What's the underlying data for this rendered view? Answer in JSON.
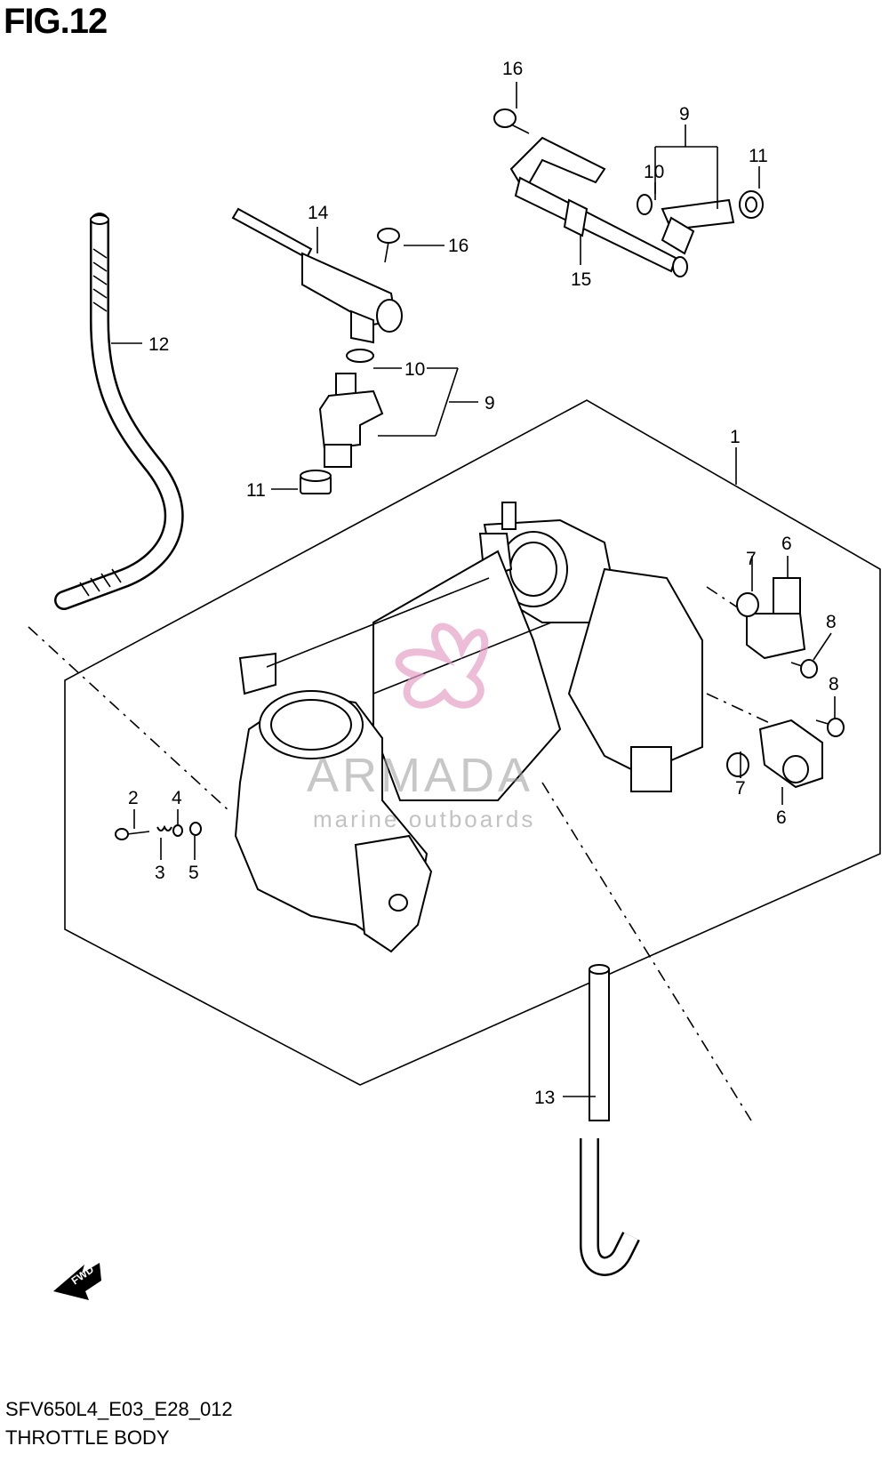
{
  "header": {
    "figure": "FIG.12"
  },
  "footer": {
    "code": "SFV650L4_E03_E28_012",
    "name": "THROTTLE BODY"
  },
  "watermark": {
    "brand": "ARMADA",
    "tagline": "marine outboards",
    "color": "#e6a0c4"
  },
  "fwd_label": "FWD",
  "callouts": {
    "c1": "1",
    "c2": "2",
    "c3": "3",
    "c4": "4",
    "c5": "5",
    "c6a": "6",
    "c6b": "6",
    "c7a": "7",
    "c7b": "7",
    "c8a": "8",
    "c8b": "8",
    "c9a": "9",
    "c9b": "9",
    "c10a": "10",
    "c10b": "10",
    "c11a": "11",
    "c11b": "11",
    "c12": "12",
    "c13": "13",
    "c14": "14",
    "c15": "15",
    "c16a": "16",
    "c16b": "16"
  }
}
